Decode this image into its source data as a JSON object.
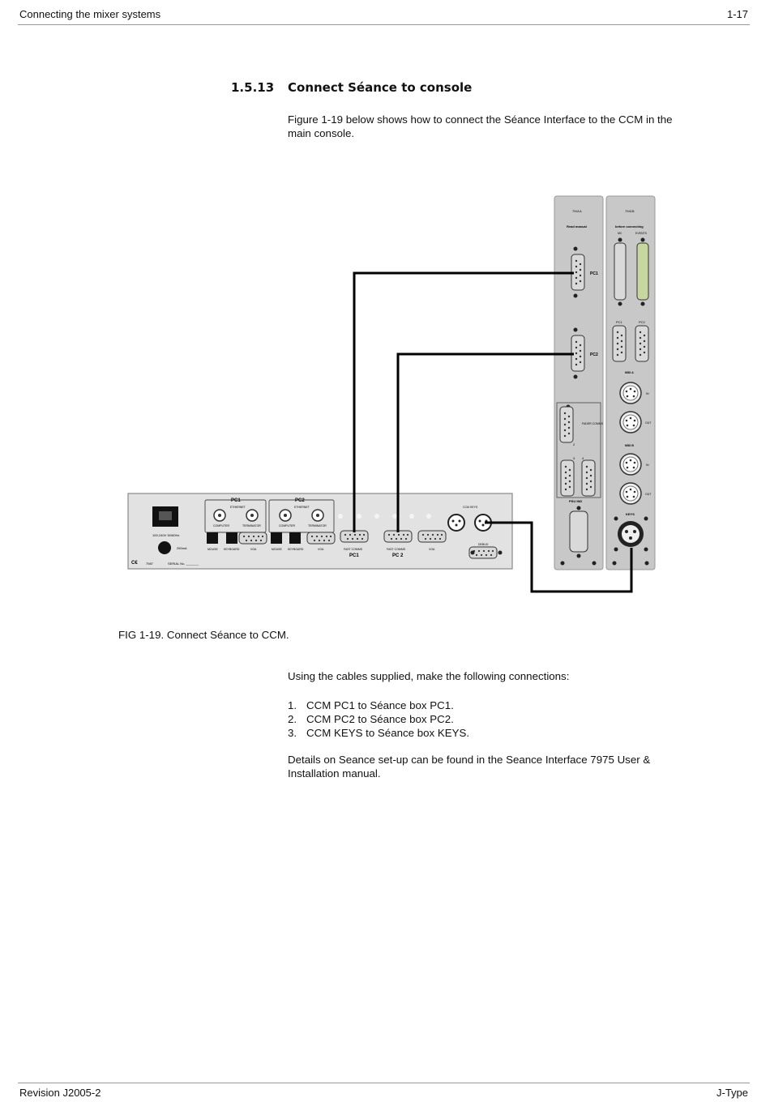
{
  "header": {
    "left": "Connecting the mixer systems",
    "right": "1-17"
  },
  "footer": {
    "left": "Revision J2005-2",
    "right": "J-Type"
  },
  "section": {
    "number": "1.5.13",
    "title": "Connect Séance to console"
  },
  "intro": "Figure 1-19 below shows how to connect the Séance Interface to the CCM in the main console.",
  "figure": {
    "caption": "FIG 1-19.  Connect Séance to CCM.",
    "ccm": {
      "group_pc1": "PC1",
      "group_pc2": "PC2",
      "ethernet": "ETHERNET",
      "computer": "COMPUTER",
      "terminator": "TERMINATOR",
      "mouse": "MOUSE",
      "keyboard": "KEYBOARD",
      "vga": "VGA",
      "fast_comms": "FAST COMMS",
      "pc1": "PC1",
      "pc2": "PC 2",
      "ccm_keys": "CCM KEYS",
      "debug": "DEBUG",
      "mains": "100-240V 50/60Hz",
      "fuse": "250mA",
      "serial": "SERIAL No. _______",
      "model": "7987"
    },
    "seance_left": {
      "code": "7941A",
      "title": "Read manual",
      "pc1": "PC1",
      "pc2": "PC2",
      "fader_comms": "FADER COMMS",
      "n2": "2",
      "n3": "3",
      "n4": "4",
      "psu_ind": "PSU IND"
    },
    "seance_right": {
      "code": "7941B",
      "title": "before connecting",
      "mc": "MC",
      "events": "EVENTS",
      "pc1": "PC1",
      "pc2": "PC2",
      "midi_a": "MIDI A",
      "midi_b": "MIDI B",
      "in": "IN",
      "out": "OUT",
      "keys": "KEYS"
    }
  },
  "instructions": "Using the cables supplied, make the following connections:",
  "steps": [
    {
      "n": "1.",
      "text": "CCM PC1 to Séance box PC1."
    },
    {
      "n": "2.",
      "text": "CCM PC2 to Séance box PC2."
    },
    {
      "n": "3.",
      "text": "CCM KEYS to Séance box KEYS."
    }
  ],
  "details": "Details on Seance set-up can be found in the Seance Interface 7975 User & Installation manual."
}
